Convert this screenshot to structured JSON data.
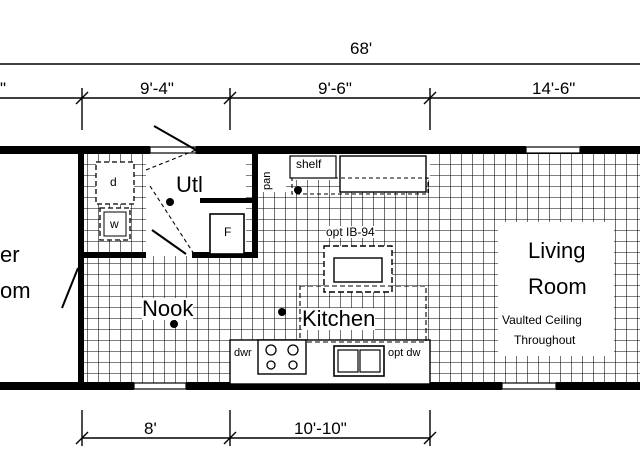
{
  "dimensions": {
    "overall": "68'",
    "top_left_partial": "\"",
    "top_1": "9'-4\"",
    "top_2": "9'-6\"",
    "top_3": "14'-6\"",
    "bottom_1": "8'",
    "bottom_2": "10'-10\""
  },
  "rooms": {
    "master_line1": "er",
    "master_line2": "om",
    "utility": "Utl",
    "nook": "Nook",
    "kitchen": "Kitchen",
    "living_line1": "Living",
    "living_line2": "Room",
    "living_note1": "Vaulted Ceiling",
    "living_note2": "Throughout"
  },
  "fixtures": {
    "dryer": "d",
    "washer": "w",
    "furnace": "F",
    "pantry": "pan",
    "shelf": "shelf",
    "island": "opt IB-94",
    "dishwasher": "dwr",
    "optional_dishwasher": "opt dw"
  }
}
